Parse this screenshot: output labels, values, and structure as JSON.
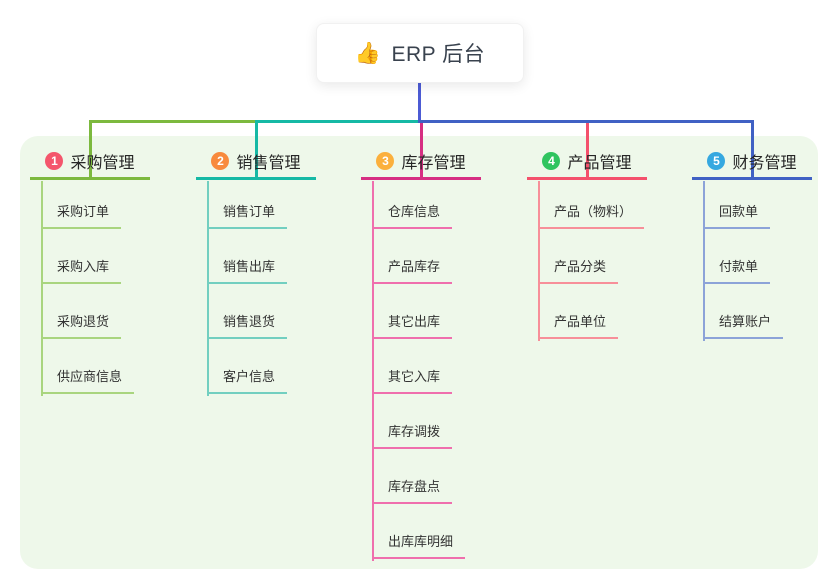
{
  "root": {
    "icon": "👍",
    "title": "ERP 后台"
  },
  "connector": {
    "stem_color": "#4c5bd4"
  },
  "panel": {
    "background": "#eef8ea"
  },
  "branches": [
    {
      "number": "1",
      "title": "采购管理",
      "badge_color": "#f4566c",
      "line_color": "#7cb93e",
      "child_line_color": "#a9d57f",
      "children": [
        "采购订单",
        "采购入库",
        "采购退货",
        "供应商信息"
      ]
    },
    {
      "number": "2",
      "title": "销售管理",
      "badge_color": "#f88a3d",
      "line_color": "#16b9a5",
      "child_line_color": "#72cfc0",
      "children": [
        "销售订单",
        "销售出库",
        "销售退货",
        "客户信息"
      ]
    },
    {
      "number": "3",
      "title": "库存管理",
      "badge_color": "#fbb03d",
      "line_color": "#d62f82",
      "child_line_color": "#ef6fad",
      "children": [
        "仓库信息",
        "产品库存",
        "其它出库",
        "其它入库",
        "库存调拨",
        "库存盘点",
        "出库库明细"
      ]
    },
    {
      "number": "4",
      "title": "产品管理",
      "badge_color": "#2fc45f",
      "line_color": "#f4516c",
      "child_line_color": "#f78f99",
      "children": [
        "产品（物料）",
        "产品分类",
        "产品单位"
      ]
    },
    {
      "number": "5",
      "title": "财务管理",
      "badge_color": "#35a8e0",
      "line_color": "#4061c4",
      "child_line_color": "#8ca3d8",
      "children": [
        "回款单",
        "付款单",
        "结算账户"
      ]
    }
  ]
}
